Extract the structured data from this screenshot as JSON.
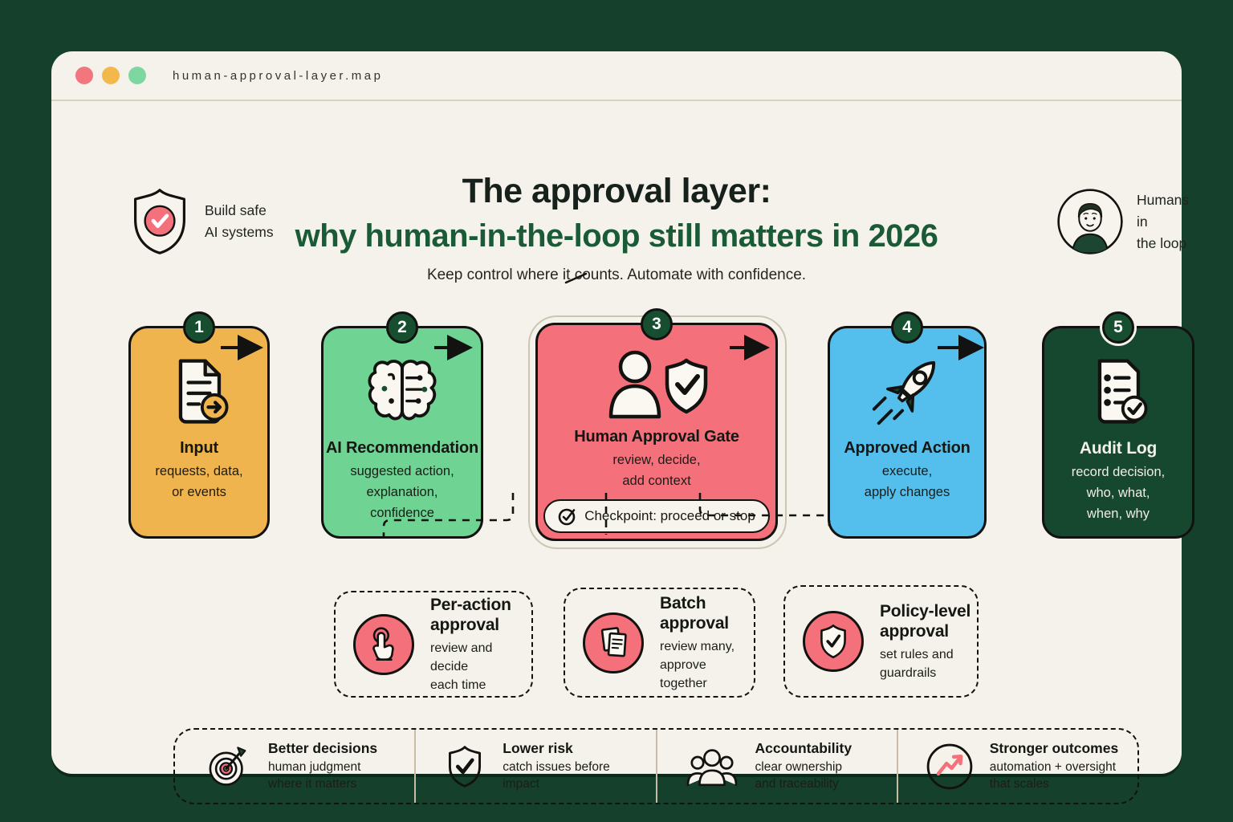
{
  "window": {
    "filename": "human-approval-layer.map"
  },
  "header": {
    "left_badge": {
      "line1": "Build safe",
      "line2": "AI systems",
      "icon": "shield-check-icon"
    },
    "right_badge": {
      "line1": "Humans in",
      "line2": "the loop",
      "icon": "person-avatar-icon"
    },
    "title_line1": "The approval layer:",
    "title_line2": "why human-in-the-loop still matters in 2026",
    "subtitle": "Keep control where it counts. Automate with confidence."
  },
  "flow": {
    "steps": [
      {
        "number": "1",
        "title": "Input",
        "line1": "requests, data,",
        "line2": "or events",
        "color": "#F0B44E",
        "icon": "document-arrow-icon"
      },
      {
        "number": "2",
        "title": "AI Recommendation",
        "line1": "suggested action,",
        "line2": "explanation,",
        "line3": "confidence",
        "color": "#6FD394",
        "icon": "brain-circuit-icon"
      },
      {
        "number": "3",
        "title": "Human Approval Gate",
        "line1": "review, decide,",
        "line2": "add context",
        "color": "#F4717C",
        "icon": "person-shield-icon",
        "checkpoint": "Checkpoint: proceed or stop"
      },
      {
        "number": "4",
        "title": "Approved Action",
        "line1": "execute,",
        "line2": "apply changes",
        "color": "#54BEEC",
        "icon": "rocket-icon"
      },
      {
        "number": "5",
        "title": "Audit Log",
        "line1": "record decision,",
        "line2": "who, what,",
        "line3": "when, why",
        "color": "#15482E",
        "icon": "audit-log-icon"
      }
    ]
  },
  "modes": [
    {
      "title1": "Per-action",
      "title2": "approval",
      "desc1": "review and decide",
      "desc2": "each time",
      "icon": "tap-icon"
    },
    {
      "title1": "Batch",
      "title2": "approval",
      "desc1": "review many,",
      "desc2": "approve together",
      "icon": "batch-documents-icon"
    },
    {
      "title1": "Policy-level",
      "title2": "approval",
      "desc1": "set rules and",
      "desc2": "guardrails",
      "icon": "policy-shield-icon"
    }
  ],
  "benefits": [
    {
      "title": "Better decisions",
      "desc1": "human judgment",
      "desc2": "where it matters",
      "icon": "target-icon"
    },
    {
      "title": "Lower risk",
      "desc1": "catch issues before",
      "desc2": "impact",
      "icon": "shield-check-icon"
    },
    {
      "title": "Accountability",
      "desc1": "clear ownership",
      "desc2": "and traceability",
      "icon": "people-icon"
    },
    {
      "title": "Stronger outcomes",
      "desc1": "automation + oversight",
      "desc2": "that scales",
      "icon": "trend-up-icon"
    }
  ],
  "colors": {
    "background": "#15402B",
    "window": "#F5F2EB",
    "step_yellow": "#F0B44E",
    "step_green": "#6FD394",
    "step_red": "#F4717C",
    "step_blue": "#54BEEC",
    "step_dark_green": "#15482E",
    "badge_green": "#174E30",
    "accent_red": "#F4717C",
    "title_green": "#1A5A36",
    "dot_red": "#F1767E",
    "dot_yellow": "#F2B84C",
    "dot_green": "#7ED6A0"
  }
}
